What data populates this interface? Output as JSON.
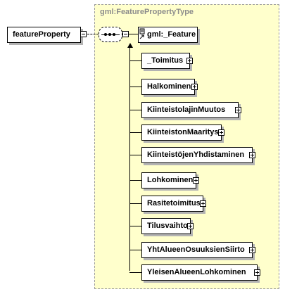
{
  "type_label": "gml:FeaturePropertyType",
  "root_element": "featureProperty",
  "abstract_element": "gml:_Feature",
  "substitution_members": [
    "_Toimitus",
    "Halkominen",
    "KiinteistolajinMuutos",
    "KiinteistonMaaritys",
    "KiinteistöjenYhdistaminen",
    "Lohkominen",
    "Rasitetoimitus",
    "Tilusvaihto",
    "YhtAlueenOsuuksienSiirto",
    "YleisenAlueenLohkominen"
  ]
}
